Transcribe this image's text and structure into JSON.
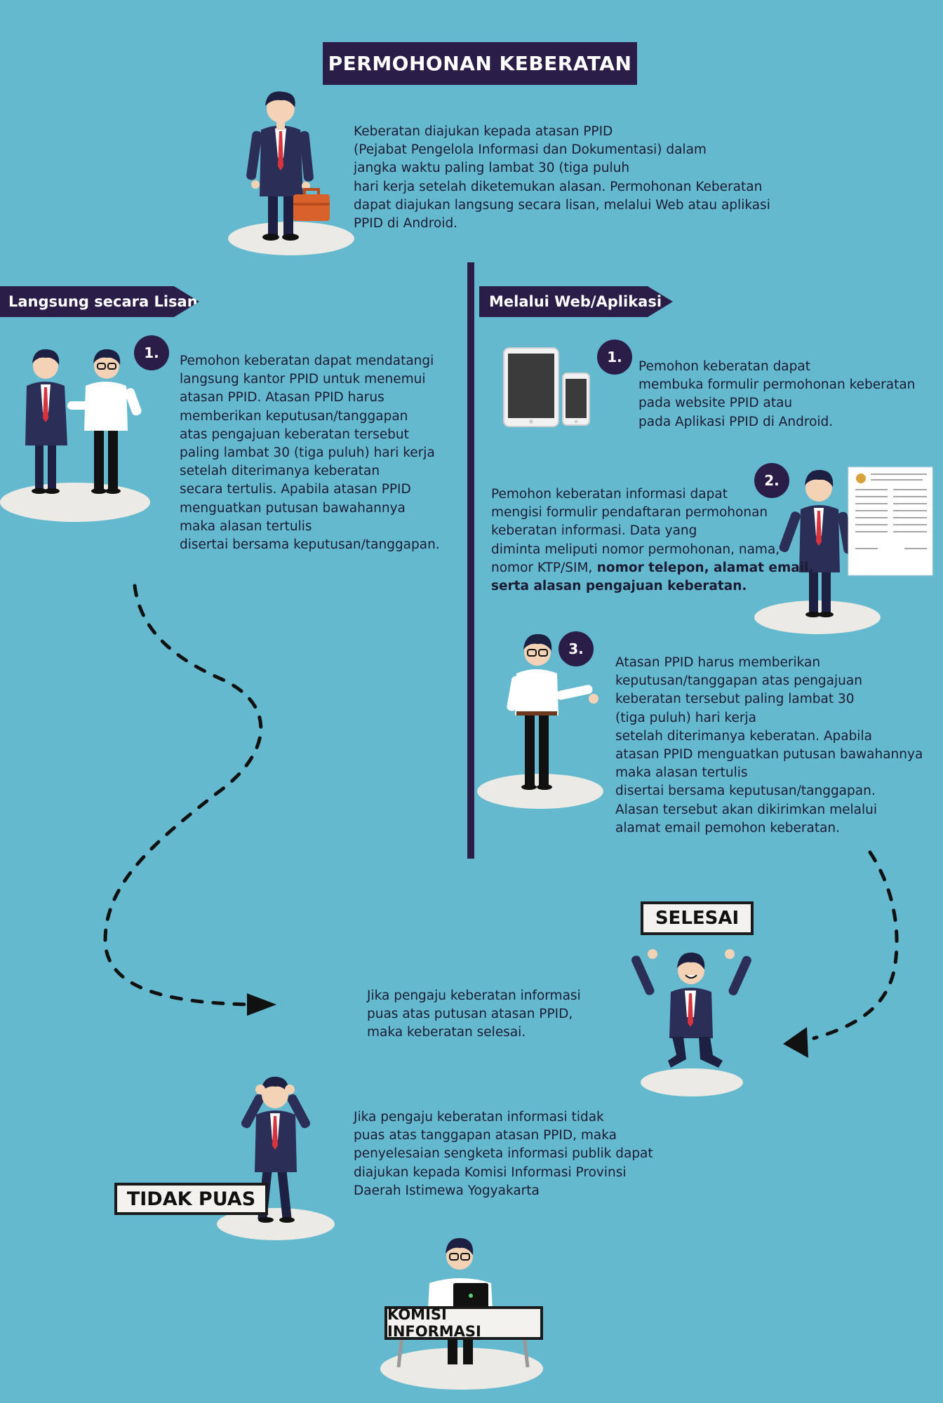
{
  "title": "PERMOHONAN KEBERATAN",
  "intro": {
    "lines": [
      "Keberatan diajukan kepada atasan PPID",
      "(Pejabat Pengelola Informasi dan Dokumentasi) dalam",
      "jangka waktu paling lambat 30 (tiga puluh",
      "hari kerja setelah diketemukan alasan. Permohonan Keberatan",
      "dapat diajukan langsung secara lisan, melalui Web atau aplikasi",
      "PPID di Android."
    ]
  },
  "left": {
    "banner": "Langsung secara Lisan",
    "step1": {
      "number": "1.",
      "lines": [
        "Pemohon keberatan dapat mendatangi",
        "langsung kantor PPID untuk menemui",
        "atasan PPID. Atasan PPID harus",
        "memberikan keputusan/tanggapan",
        "atas pengajuan keberatan tersebut",
        "paling lambat 30 (tiga puluh) hari kerja",
        "setelah diterimanya keberatan",
        "secara tertulis. Apabila atasan PPID",
        "menguatkan putusan bawahannya",
        "maka alasan tertulis",
        "disertai bersama keputusan/tanggapan."
      ]
    }
  },
  "right": {
    "banner": "Melalui Web/Aplikasi",
    "step1": {
      "number": "1.",
      "lines": [
        "Pemohon keberatan dapat",
        "membuka formulir permohonan keberatan",
        "pada website PPID atau",
        "pada Aplikasi PPID di Android."
      ]
    },
    "step2": {
      "number": "2.",
      "lines": [
        "Pemohon keberatan informasi dapat",
        "mengisi formulir pendaftaran permohonan",
        "keberatan informasi. Data yang",
        "diminta meliputi nomor permohonan, nama,"
      ],
      "line5_normal": "nomor KTP/SIM,",
      "line5_bold": " nomor telepon, alamat email,",
      "line6_bold": "serta alasan pengajuan keberatan."
    },
    "step3": {
      "number": "3.",
      "lines": [
        "Atasan PPID harus memberikan",
        "keputusan/tanggapan atas pengajuan",
        "keberatan tersebut paling lambat 30",
        "(tiga puluh) hari kerja",
        "setelah diterimanya keberatan. Apabila",
        "atasan PPID menguatkan putusan bawahannya",
        "maka alasan tertulis",
        "disertai bersama keputusan/tanggapan.",
        "Alasan tersebut akan dikirimkan melalui",
        "alamat email pemohon keberatan."
      ]
    }
  },
  "selesai": {
    "label": "SELESAI",
    "lines": [
      "Jika pengaju keberatan informasi",
      "puas atas putusan atasan PPID,",
      "maka keberatan selesai."
    ]
  },
  "tidak_puas": {
    "label": "TIDAK PUAS",
    "lines": [
      "Jika pengaju keberatan informasi tidak",
      "puas atas tanggapan atasan PPID, maka",
      "penyelesaian sengketa informasi publik dapat",
      "diajukan kepada Komisi Informasi Provinsi",
      "Daerah Istimewa Yogyakarta"
    ]
  },
  "komisi": {
    "label": "KOMISI INFORMASI"
  },
  "colors": {
    "background": "#64b9cf",
    "navy": "#2a1d48",
    "suit": "#2b2f57",
    "tie": "#d8343f",
    "platform": "#eceae4",
    "briefcase": "#d9622b"
  }
}
